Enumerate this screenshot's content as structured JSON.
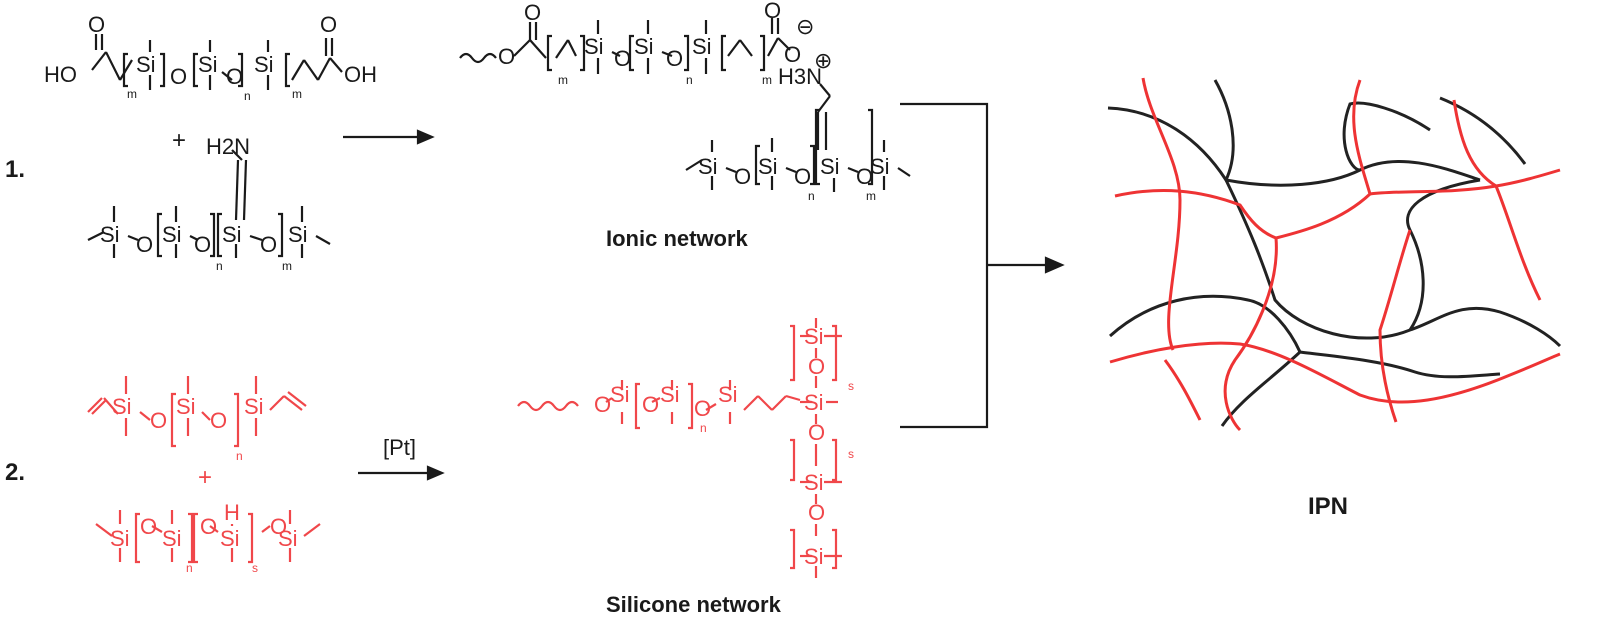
{
  "colors": {
    "ionic": "#1a1a1a",
    "silicone": "#f0474a",
    "arrow": "#1a1a1a"
  },
  "steps": {
    "step1_label": "1.",
    "step2_label": "2.",
    "plus": "+",
    "catalyst": "[Pt]"
  },
  "labels": {
    "ionic_network": "Ionic network",
    "silicone_network": "Silicone network",
    "ipn": "IPN"
  },
  "atoms": {
    "silicon": "Si",
    "oxygen": "O",
    "hydroxyl": "HO",
    "hydroxyl_right": "OH",
    "amine": "H2N",
    "ammonium": "H3N",
    "hydrogen": "H",
    "sub_m": "m",
    "sub_n": "n",
    "sub_s": "s",
    "anion": "⊖",
    "cation": "⊕"
  }
}
